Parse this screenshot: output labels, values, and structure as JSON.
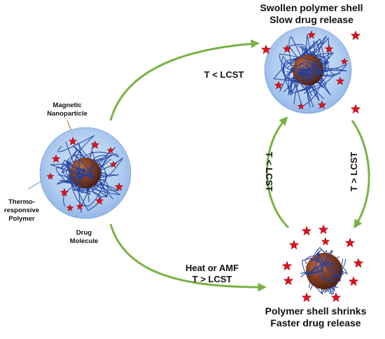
{
  "colors": {
    "shell": "#a9c8ef",
    "shell_edge": "#5d8fd6",
    "core": "#7d3a1c",
    "core_highlight": "#c0714a",
    "polymer": "#1d3f9e",
    "drug": "#e0101a",
    "arrow": "#7bb144",
    "leader": "#c06020"
  },
  "icons": {
    "drug": "star-icon",
    "nanoparticle": "sphere-icon",
    "arrow": "curved-arrow-icon"
  },
  "labels": {
    "magnetic": [
      "Magnetic",
      "Nanoparticle"
    ],
    "thermo": [
      "Thermo-",
      "responsive",
      "Polymer"
    ],
    "drug": [
      "Drug",
      "Molecule"
    ],
    "swollen": [
      "Swollen polymer shell",
      "Slow drug release"
    ],
    "shrinks": [
      "Polymer shell shrinks",
      "Faster drug release"
    ]
  },
  "arrows": {
    "top": "T < LCST",
    "bottom": [
      "Heat or AMF",
      "T > LCST"
    ],
    "left_vertical": "T < LCST",
    "right_vertical": "T > LCST"
  }
}
